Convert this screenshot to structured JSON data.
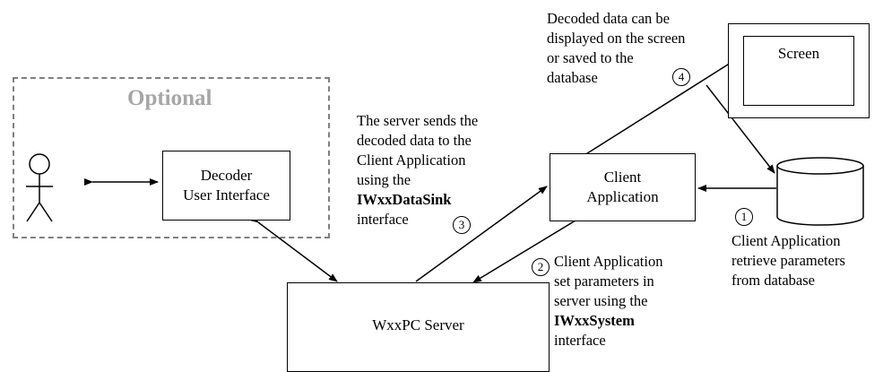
{
  "optional_label": "Optional",
  "decoder_ui": {
    "line1": "Decoder",
    "line2": "User Interface"
  },
  "client_app": {
    "line1": "Client",
    "line2": "Application"
  },
  "server": {
    "label": "WxxPC Server"
  },
  "screen": {
    "label": "Screen"
  },
  "notes": {
    "decoded_display": [
      "Decoded data can be",
      "displayed on the screen",
      "or saved to the",
      "database"
    ],
    "server_sends": {
      "lines": [
        "The server sends the",
        "decoded data to the",
        "Client Application",
        "using the"
      ],
      "bold": "IWxxDataSink",
      "last": "interface"
    },
    "client_sets": {
      "lines": [
        "Client Application",
        "set parameters in",
        "server using the"
      ],
      "bold": "IWxxSystem",
      "last": "interface"
    },
    "client_retrieves": [
      "Client Application",
      "retrieve parameters",
      "from database"
    ]
  },
  "step_numbers": {
    "one": "1",
    "two": "2",
    "three": "3",
    "four": "4"
  }
}
